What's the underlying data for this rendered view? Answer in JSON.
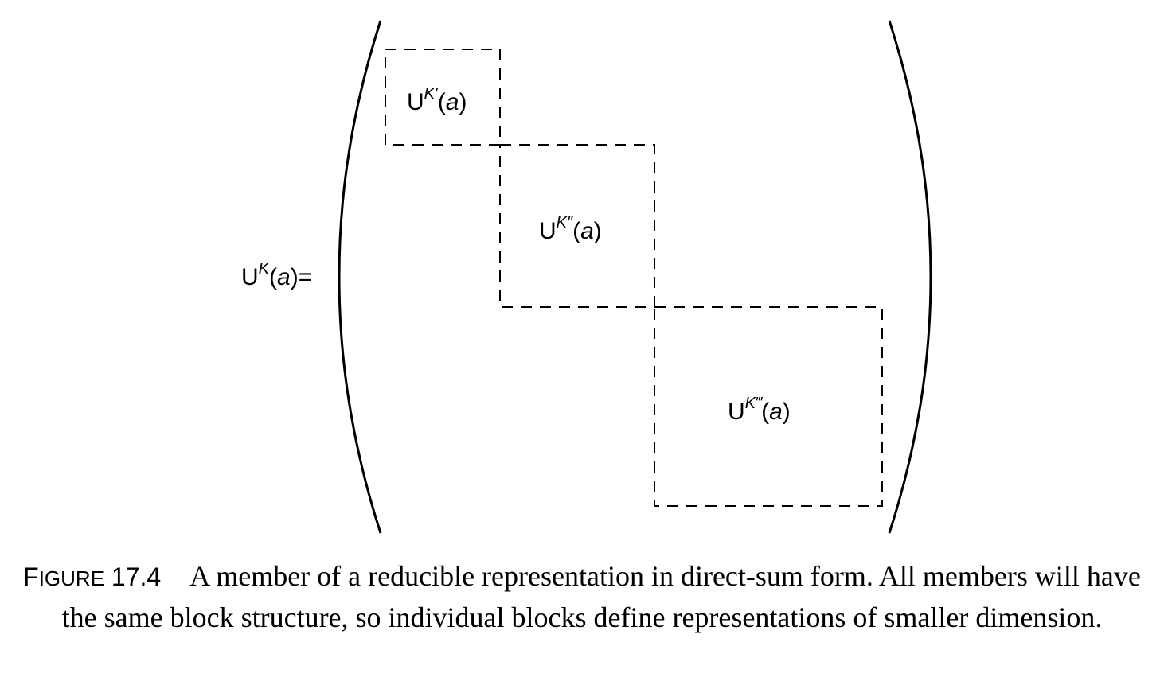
{
  "equation": {
    "lhs": {
      "base": "U",
      "superscript": "K",
      "argument": "a",
      "operator": "="
    }
  },
  "blocks": [
    {
      "base": "U",
      "superscript": "K′",
      "argument": "a"
    },
    {
      "base": "U",
      "superscript": "K″",
      "argument": "a"
    },
    {
      "base": "U",
      "superscript": "K‴",
      "argument": "a"
    }
  ],
  "caption": {
    "label_initial": "F",
    "label_rest": "IGURE",
    "number": "17.4",
    "text": "A member of a reducible representation in direct-sum form. All members will have the same block structure, so individual blocks define representations of smaller dimension."
  }
}
